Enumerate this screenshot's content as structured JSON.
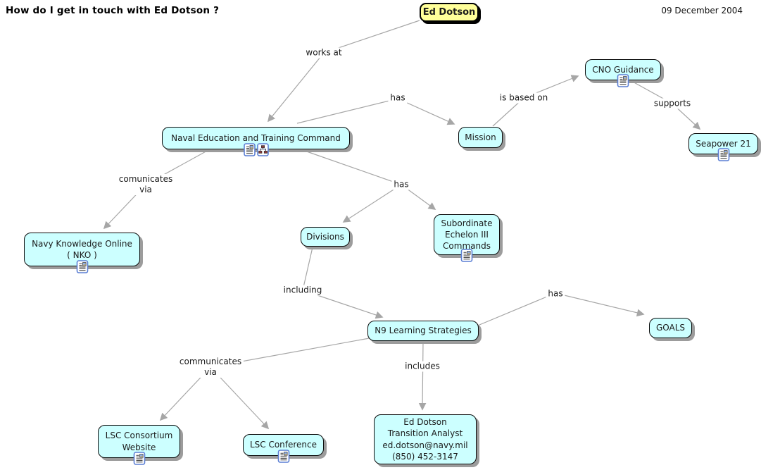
{
  "header": {
    "title": "How do I get in touch with Ed Dotson ?",
    "date": "09 December 2004"
  },
  "colors": {
    "node_fill": "#ccffff",
    "root_node_fill": "#ffff99",
    "node_border": "#000000",
    "node_shadow": "#9c9c9c",
    "root_shadow": "#000000",
    "link_line": "#a6a6a6",
    "icon_frame_blue": "#5b7fd4",
    "cmap_icon_node_red": "#8b3a3a"
  },
  "nodes": {
    "ed_dotson": {
      "label": "Ed Dotson"
    },
    "netc": {
      "label": "Naval Education and Training Command"
    },
    "mission": {
      "label": "Mission"
    },
    "cno_guidance": {
      "label": "CNO Guidance"
    },
    "seapower": {
      "label": "Seapower 21"
    },
    "nko": {
      "label": "Navy Knowledge Online\n( NKO )"
    },
    "divisions": {
      "label": "Divisions"
    },
    "subordinate": {
      "label": "Subordinate\nEchelon III\nCommands"
    },
    "n9": {
      "label": "N9 Learning Strategies"
    },
    "goals": {
      "label": "GOALS"
    },
    "lsc_website": {
      "label": "LSC Consortium\nWebsite"
    },
    "lsc_conference": {
      "label": "LSC Conference"
    },
    "ed_detail": {
      "label": "Ed Dotson\nTransition Analyst\ned.dotson@navy.mil\n(850) 452-3147"
    }
  },
  "links": {
    "works_at": "works at",
    "has_mission": "has",
    "is_based_on": "is based on",
    "supports": "supports",
    "comunicates_via": "comunicates\nvia",
    "has_divisions": "has",
    "including": "including",
    "has_goals": "has",
    "communicates_via": "communicates\nvia",
    "includes": "includes"
  },
  "icons": {
    "resource": "resource-icon",
    "concept_map": "concept-map-icon"
  }
}
